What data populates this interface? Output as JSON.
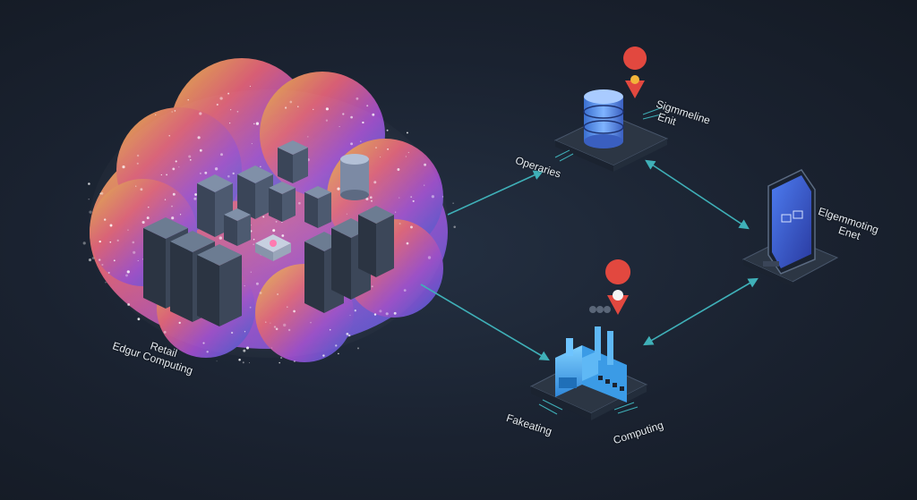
{
  "labels": {
    "cloud_line1": "Retail",
    "cloud_line2": "Edgur Computing",
    "db_line1": "Sigmmeline",
    "db_line2": "Enit",
    "db_left": "Operaries",
    "tablet_line1": "Elgemmoting",
    "tablet_line2": "Enet",
    "factory_left": "Fakeating",
    "factory_right": "Computing"
  },
  "colors": {
    "background": "#1b2431",
    "connector": "#3fb0b8",
    "pin": "#e2483f",
    "cloud_gradient": [
      "#f2c04a",
      "#e85a6a",
      "#9b4fd1",
      "#4d6bd8"
    ],
    "node_blue": "#5aa0f0"
  },
  "icons": {
    "db_pin": "location-pin-icon",
    "factory_pin": "location-pin-icon"
  }
}
